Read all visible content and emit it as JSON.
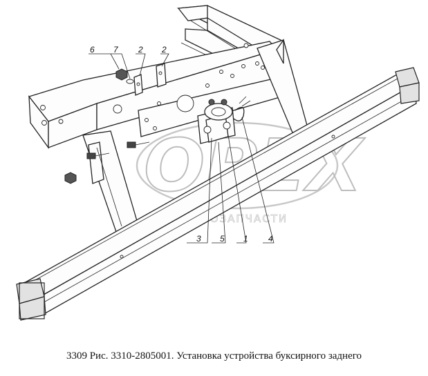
{
  "caption": "3309 Рис. 3310-2805001. Установка устройства буксирного заднего",
  "watermark": {
    "logo_text": "OPEX",
    "sub_text": "АВТОЗАПЧАСТИ"
  },
  "callouts": [
    {
      "id": "6",
      "label": "6"
    },
    {
      "id": "7",
      "label": "7"
    },
    {
      "id": "2a",
      "label": "2"
    },
    {
      "id": "2b",
      "label": "2"
    },
    {
      "id": "3",
      "label": "3"
    },
    {
      "id": "5",
      "label": "5"
    },
    {
      "id": "1",
      "label": "1"
    },
    {
      "id": "4",
      "label": "4"
    }
  ]
}
